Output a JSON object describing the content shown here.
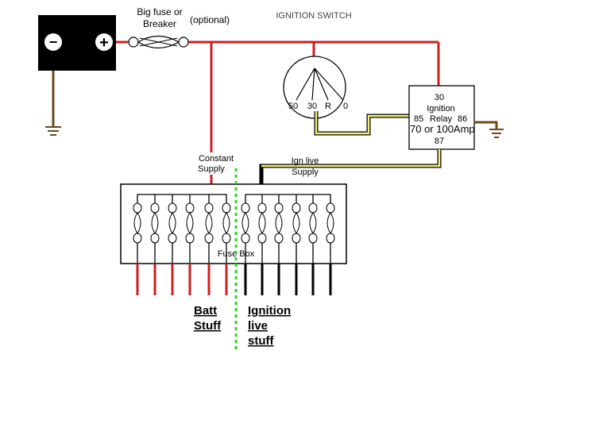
{
  "labels": {
    "fuse_line1": "Big fuse or",
    "fuse_line2": "Breaker",
    "optional": "(optional)",
    "ignition_switch_title": "IGNITION SWITCH",
    "battery_neg": "−",
    "battery_pos": "+",
    "switch_pos_50": "50",
    "switch_pos_30": "30",
    "switch_pos_r": "R",
    "switch_pos_0": "0",
    "relay_30": "30",
    "relay_ignition": "Ignition",
    "relay_85": "85",
    "relay_word": "Relay",
    "relay_86": "86",
    "relay_rating": "70 or 100Amp",
    "relay_87": "87",
    "constant_supply_1": "Constant",
    "constant_supply_2": "Supply",
    "ign_live_supply_1": "Ign live",
    "ign_live_supply_2": "Supply",
    "fuse_box": "Fuse Box",
    "batt_stuff_1": "Batt",
    "batt_stuff_2": "Stuff",
    "ignition_live_1": "Ignition",
    "ignition_live_2": "live",
    "ignition_live_3": "stuff"
  },
  "colors": {
    "battery_feed": "#cc1f1f",
    "earth": "#6b4a1a",
    "ignition_feed": "#f5f07a",
    "circuit": "#000000",
    "divider": "#22dd22"
  }
}
